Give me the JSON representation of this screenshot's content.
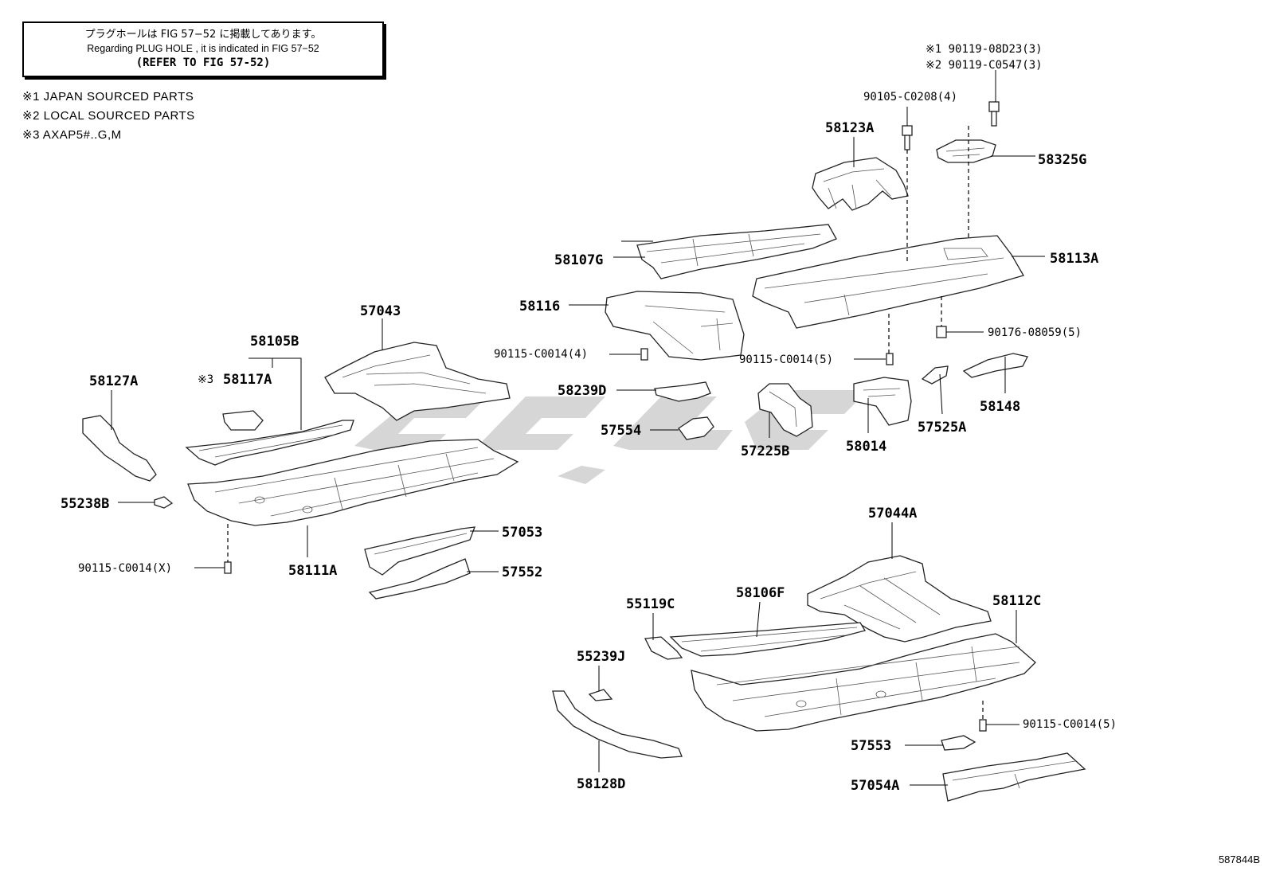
{
  "note": {
    "line1": "プラグホールは FIG 57−52 に掲載してあります。",
    "line2": "Regarding PLUG HOLE , it is indicated in FIG 57−52",
    "line3": "(REFER TO FIG 57-52)"
  },
  "legend": [
    "※1 JAPAN SOURCED PARTS",
    "※2 LOCAL SOURCED PARTS",
    "※3 AXAP5#..G,M"
  ],
  "labels": {
    "p58123A": "58123A",
    "b90105": "90105-C0208(4)",
    "b90119a": "※1 90119-08D23(3)",
    "b90119b": "※2 90119-C0547(3)",
    "p58325G": "58325G",
    "p58107G": "58107G",
    "p58113A": "58113A",
    "p58116": "58116",
    "b90176": "90176-08059(5)",
    "b90115a": "90115-C0014(4)",
    "b90115b": "90115-C0014(5)",
    "p57043": "57043",
    "p58105B": "58105B",
    "p58117A": "58117A",
    "ref3": "※3",
    "p58127A": "58127A",
    "p58239D": "58239D",
    "p57554": "57554",
    "p57225B": "57225B",
    "p58014": "58014",
    "p57525A": "57525A",
    "p58148": "58148",
    "p55238B": "55238B",
    "b90115c": "90115-C0014(X)",
    "p58111A": "58111A",
    "p57053": "57053",
    "p57552": "57552",
    "p57044A": "57044A",
    "p55119C": "55119C",
    "p58106F": "58106F",
    "p58112C": "58112C",
    "p55239J": "55239J",
    "b90115d": "90115-C0014(5)",
    "p57553": "57553",
    "p58128D": "58128D",
    "p57054A": "57054A"
  },
  "figure_code": "587844B"
}
